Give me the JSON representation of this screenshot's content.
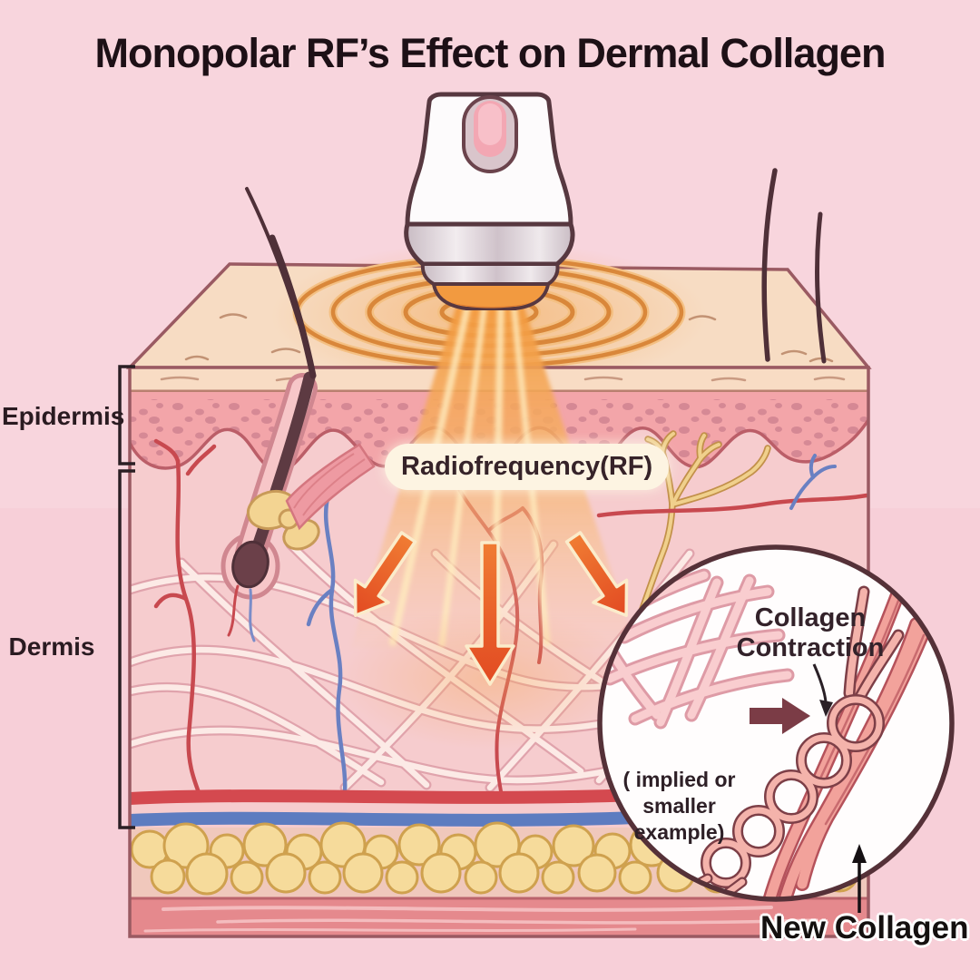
{
  "title": "Monopolar RF’s Effect on Dermal Collagen",
  "skin": {
    "epidermis_label": "Epidermis",
    "dermis_label": "Dermis"
  },
  "beam": {
    "label": "Radiofrequency(RF)"
  },
  "inset": {
    "contraction_line1": "Collagen",
    "contraction_line2": "Contraction",
    "note_line1": "( implied or",
    "note_line2": "smaller",
    "note_line3": "example)",
    "new_collagen_label": "New Collagen"
  },
  "icons": {
    "down_arrows": "heat-direction-arrows",
    "inset_transition_arrow": "right-block-arrow",
    "contraction_pointer": "curved-arrow",
    "new_collagen_pointer": "up-arrow"
  },
  "colors": {
    "background": "#f8d5dd",
    "title_text": "#1d1016",
    "skin_surface": "#f7dcc3",
    "epidermis": "#f3a5a9",
    "dermis": "#f6ccce",
    "fat_lobules": "#f6db9b",
    "muscle": "#e5898d",
    "artery_red": "#d4494f",
    "vein_blue": "#5d7cc0",
    "nerve_yellow": "#f0d08c",
    "beam_orange": "#f29a40",
    "heat_arrow": "#e5521f",
    "outline_maroon": "#553138",
    "inset_arrow_maroon": "#7b3c46",
    "label_pill_bg": "#fdf4e2"
  }
}
